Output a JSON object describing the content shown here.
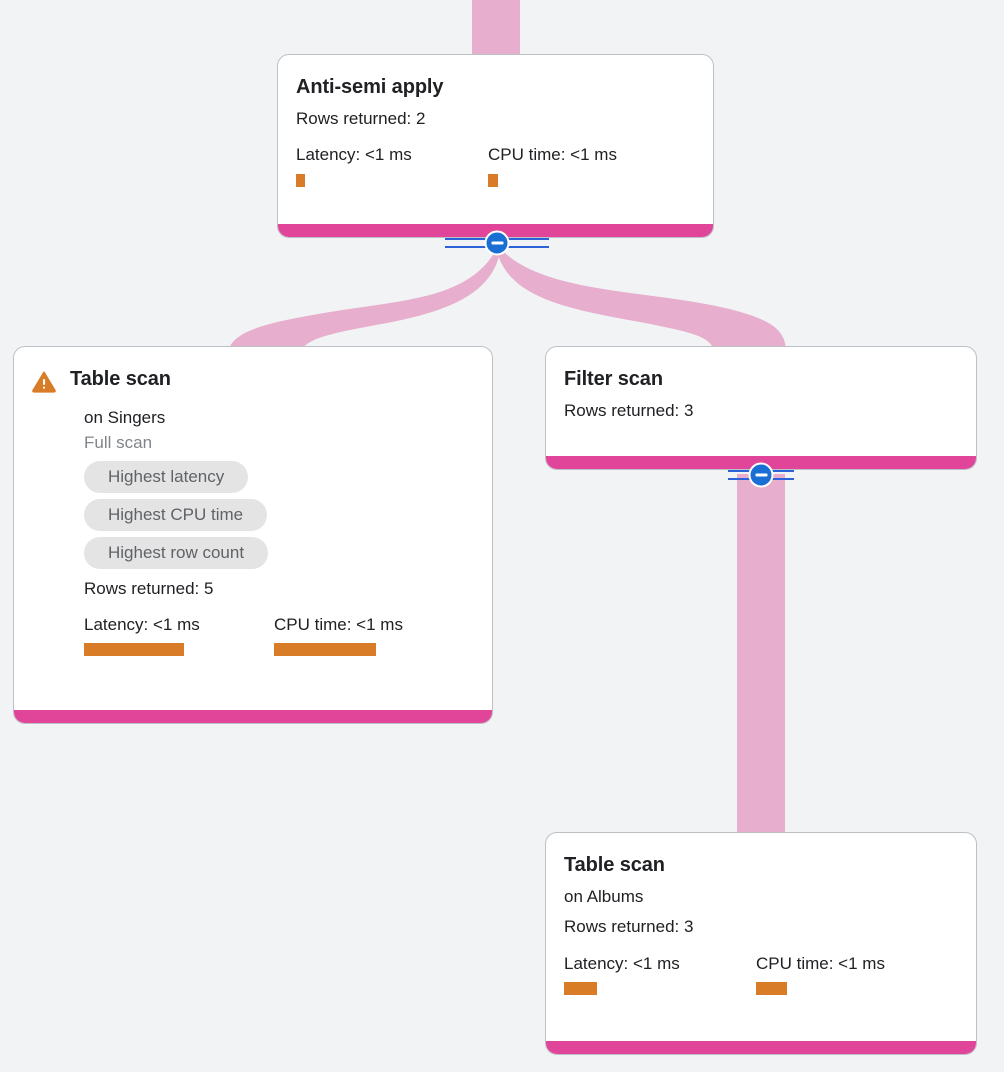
{
  "canvas": {
    "background_color": "#f1f3f4",
    "footer_color": "#e0459a",
    "edge_color": "#e8aece",
    "metric_bar_color": "#d97c28",
    "chip_bg_color": "#e4e4e4",
    "toggle_color": "#1a6fd4",
    "warning_color": "#d97c28"
  },
  "nodes": {
    "anti_semi_apply": {
      "title": "Anti-semi apply",
      "rows_returned": "Rows returned: 2",
      "latency_label": "Latency: <1 ms",
      "cpu_label": "CPU time: <1 ms",
      "latency_bar_width": 9,
      "cpu_bar_width": 10
    },
    "table_scan_singers": {
      "warning_icon": "warning-triangle-icon",
      "title": "Table scan",
      "subtitle": "on Singers",
      "scan_type": "Full scan",
      "chips": [
        "Highest latency",
        "Highest CPU time",
        "Highest row count"
      ],
      "rows_returned": "Rows returned: 5",
      "latency_label": "Latency: <1 ms",
      "cpu_label": "CPU time: <1 ms",
      "latency_bar_width": 100,
      "cpu_bar_width": 102
    },
    "filter_scan": {
      "title": "Filter scan",
      "rows_returned": "Rows returned: 3"
    },
    "table_scan_albums": {
      "title": "Table scan",
      "subtitle": "on Albums",
      "rows_returned": "Rows returned: 3",
      "latency_label": "Latency: <1 ms",
      "cpu_label": "CPU time: <1 ms",
      "latency_bar_width": 33,
      "cpu_bar_width": 31
    }
  },
  "toggles": {
    "anti_semi_apply_collapse": "collapse-minus-icon",
    "filter_scan_collapse": "collapse-minus-icon"
  }
}
